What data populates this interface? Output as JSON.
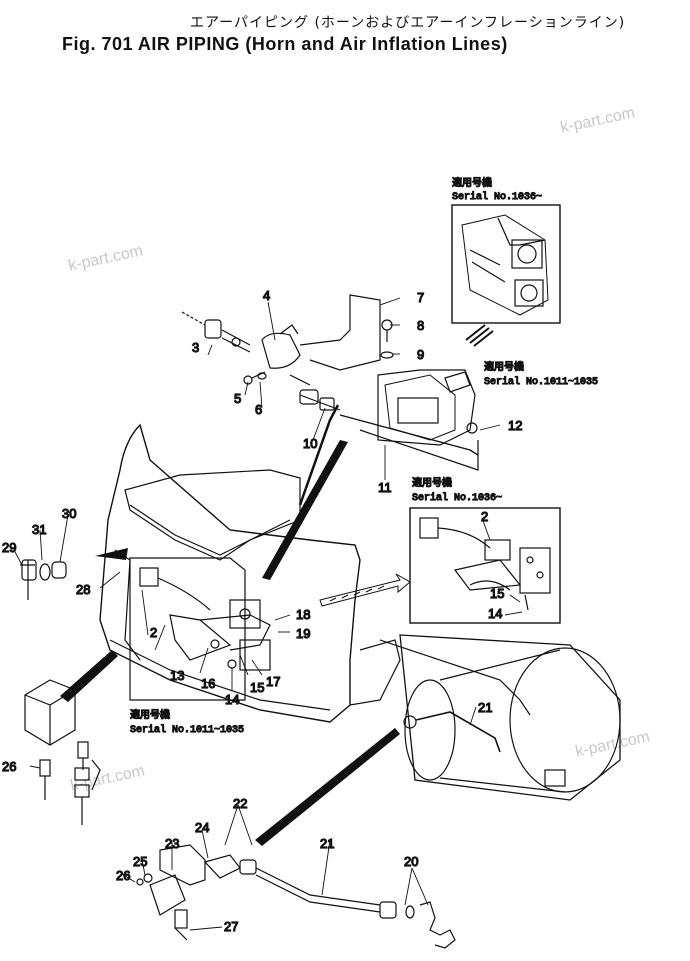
{
  "header": {
    "jp_title": "エアーパイピング (ホーンおよびエアーインフレーションライン)",
    "title": "Fig. 701 AIR PIPING (Horn and Air Inflation Lines)"
  },
  "watermarks": [
    "k-part.com",
    "k-part.com",
    "k-part.com",
    "k-part.com"
  ],
  "insets": {
    "top": {
      "jp": "適用号機",
      "serial": "Serial No.1036~"
    },
    "middle": {
      "jp": "適用号機",
      "serial": "Serial No.1011~1035"
    },
    "right": {
      "jp": "適用号機",
      "serial": "Serial No.1036~"
    },
    "bottom": {
      "jp": "適用号機",
      "serial": "Serial No.1011~1035"
    }
  },
  "callouts": {
    "c2a": "2",
    "c2b": "2",
    "c3": "3",
    "c4": "4",
    "c5": "5",
    "c6": "6",
    "c7": "7",
    "c8": "8",
    "c9": "9",
    "c10": "10",
    "c11": "11",
    "c12": "12",
    "c13": "13",
    "c14a": "14",
    "c14b": "14",
    "c15a": "15",
    "c15b": "15",
    "c16": "16",
    "c17": "17",
    "c18": "18",
    "c19": "19",
    "c20": "20",
    "c21a": "21",
    "c21b": "21",
    "c22": "22",
    "c23": "23",
    "c24": "24",
    "c25": "25",
    "c26a": "26",
    "c26b": "26",
    "c27": "27",
    "c28": "28",
    "c29": "29",
    "c30": "30",
    "c31": "31"
  }
}
